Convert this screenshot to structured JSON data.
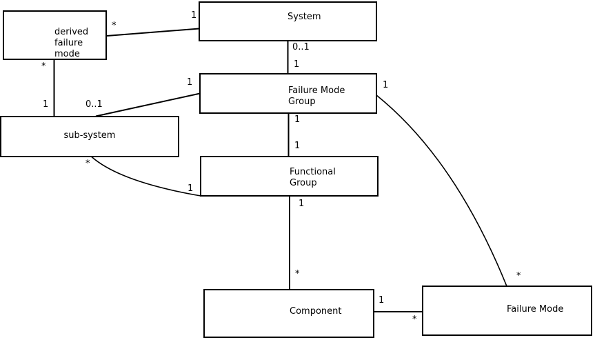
{
  "diagram": {
    "type": "entity-relationship-class-diagram",
    "colors": {
      "background": "#ffffff",
      "line": "#000000",
      "text": "#000000",
      "node_fill": "#ffffff"
    },
    "nodes": [
      {
        "id": "derived-failure-mode",
        "label": "derived\nfailure\nmode"
      },
      {
        "id": "system",
        "label": "System"
      },
      {
        "id": "failure-mode-group",
        "label": "Failure Mode\nGroup"
      },
      {
        "id": "sub-system",
        "label": "sub-system"
      },
      {
        "id": "functional-group",
        "label": "Functional\nGroup"
      },
      {
        "id": "component",
        "label": "Component"
      },
      {
        "id": "failure-mode",
        "label": "Failure Mode"
      }
    ],
    "edges": [
      {
        "from": "derived failure mode",
        "to": "System",
        "from_card": "*",
        "to_card": "1"
      },
      {
        "from": "derived failure mode",
        "to": "sub-system",
        "from_card": "*",
        "to_card": "1"
      },
      {
        "from": "System",
        "to": "Failure Mode Group",
        "from_card": "0..1",
        "to_card": "1"
      },
      {
        "from": "sub-system",
        "to": "Failure Mode Group",
        "from_card": "0..1",
        "to_card": "1"
      },
      {
        "from": "Failure Mode Group",
        "to": "Functional Group",
        "from_card": "1",
        "to_card": "1"
      },
      {
        "from": "sub-system",
        "to": "Functional Group",
        "from_card": "*",
        "to_card": "1"
      },
      {
        "from": "Functional Group",
        "to": "Component",
        "from_card": "1",
        "to_card": "*"
      },
      {
        "from": "Component",
        "to": "Failure Mode",
        "from_card": "1",
        "to_card": "*"
      },
      {
        "from": "Failure Mode Group",
        "to": "Failure Mode",
        "from_card": "1",
        "to_card": "*"
      }
    ]
  }
}
